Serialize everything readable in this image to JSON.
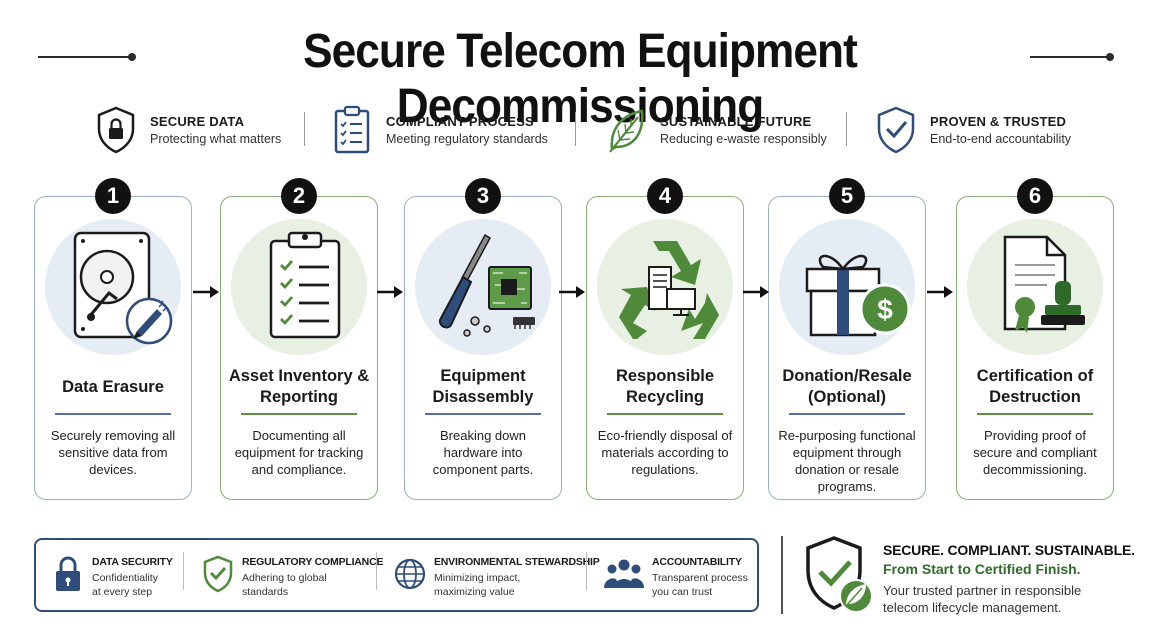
{
  "title": "Secure Telecom Equipment Decommissioning",
  "pillars": [
    {
      "icon": "shield-lock-icon",
      "title": "SECURE DATA",
      "desc": "Protecting what matters"
    },
    {
      "icon": "clipboard-checklist-icon",
      "title": "COMPLIANT PROCESS",
      "desc": "Meeting regulatory standards"
    },
    {
      "icon": "leaf-icon",
      "title": "SUSTAINABLE FUTURE",
      "desc": "Reducing e-waste responsibly"
    },
    {
      "icon": "shield-check-icon",
      "title": "PROVEN & TRUSTED",
      "desc": "End-to-end accountability"
    }
  ],
  "steps": [
    {
      "number": "1",
      "title": "Data Erasure",
      "desc": "Securely removing all sensitive data from devices.",
      "icon": "hard-drive-icon"
    },
    {
      "number": "2",
      "title": "Asset Inventory & Reporting",
      "desc": "Documenting all equipment for tracking and compliance.",
      "icon": "clipboard-icon"
    },
    {
      "number": "3",
      "title": "Equipment Disassembly",
      "desc": "Breaking down hardware into component parts.",
      "icon": "screwdriver-circuit-icon"
    },
    {
      "number": "4",
      "title": "Responsible Recycling",
      "desc": "Eco-friendly disposal of materials according to regulations.",
      "icon": "recycle-icon"
    },
    {
      "number": "5",
      "title": "Donation/Resale (Optional)",
      "desc": "Re-purposing functional equipment through donation or resale programs.",
      "icon": "gift-dollar-icon"
    },
    {
      "number": "6",
      "title": "Certification of Destruction",
      "desc": "Providing proof of secure and compliant decommissioning.",
      "icon": "certificate-stamp-icon"
    }
  ],
  "values": [
    {
      "icon": "padlock-icon",
      "title": "DATA SECURITY",
      "desc1": "Confidentiality",
      "desc2": "at every step"
    },
    {
      "icon": "shield-check-icon",
      "title": "REGULATORY COMPLIANCE",
      "desc1": "Adhering to global",
      "desc2": "standards"
    },
    {
      "icon": "globe-icon",
      "title": "ENVIRONMENTAL STEWARDSHIP",
      "desc1": "Minimizing impact,",
      "desc2": "maximizing value"
    },
    {
      "icon": "people-icon",
      "title": "ACCOUNTABILITY",
      "desc1": "Transparent process",
      "desc2": "you can trust"
    }
  ],
  "tagline": {
    "line1": "SECURE. COMPLIANT. SUSTAINABLE.",
    "line2": "From Start to Certified Finish.",
    "line3a": "Your trusted partner in responsible",
    "line3b": "telecom lifecycle management."
  },
  "colors": {
    "navy": "#2f4d7a",
    "green": "#4e8a3a",
    "blue_border": "#9bb0c9",
    "green_border": "#8cb07a"
  }
}
